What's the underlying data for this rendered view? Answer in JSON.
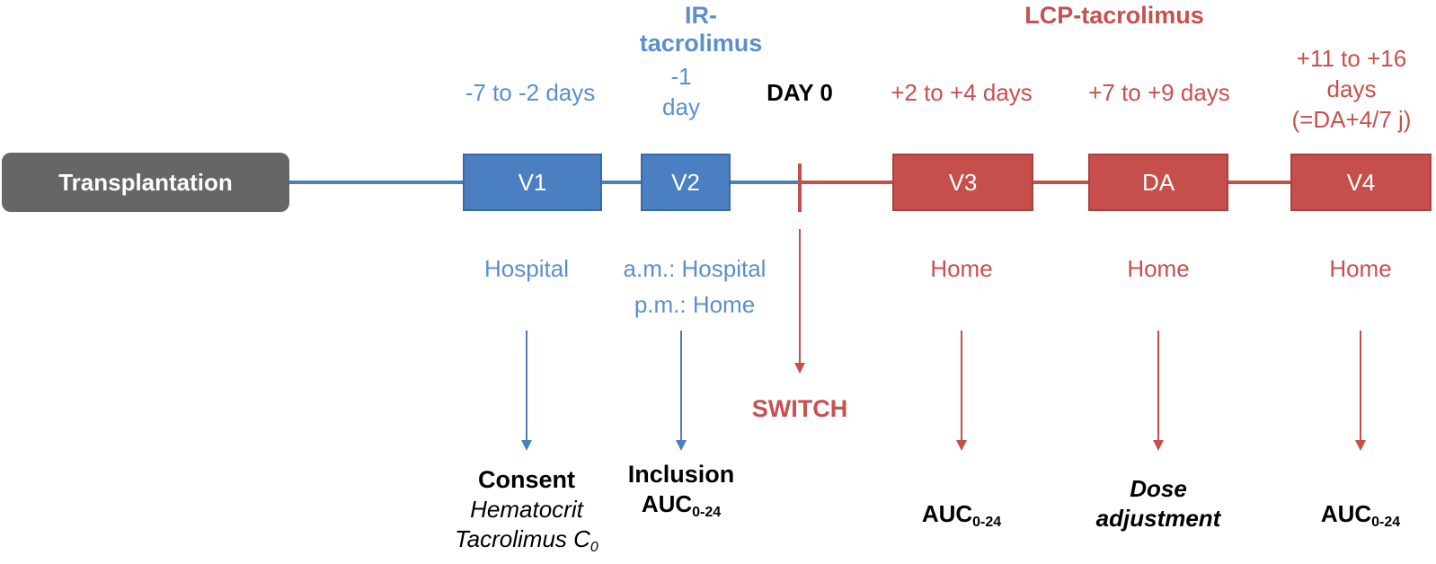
{
  "phases": {
    "ir": "IR-tacrolimus",
    "lcp": "LCP-tacrolimus"
  },
  "periods": {
    "v1": "-7 to -2 days",
    "v2_line1": "-1",
    "v2_line2": "day",
    "day0": "DAY 0",
    "v3": "+2 to +4 days",
    "da": "+7 to +9 days",
    "v4_line1": "+11 to +16",
    "v4_line2": "days",
    "v4_line3": "(=DA+4/7 j)"
  },
  "transplant_label": "Transplantation",
  "boxes": {
    "v1": "V1",
    "v2": "V2",
    "v3": "V3",
    "da": "DA",
    "v4": "V4"
  },
  "locations": {
    "v1": "Hospital",
    "v2_line1": "a.m.: Hospital",
    "v2_line2": "p.m.: Home",
    "v3": "Home",
    "da": "Home",
    "v4": "Home"
  },
  "switch_label": "SWITCH",
  "outcomes": {
    "v1_title": "Consent",
    "v1_line2": "Hematocrit",
    "v1_line3": "Tacrolimus C",
    "v1_line3_sub": "0",
    "v2_title": "Inclusion",
    "auc": "AUC",
    "auc_sub": "0-24",
    "da_line1": "Dose",
    "da_line2": "adjustment"
  },
  "colors": {
    "blue": "#4a7fc1",
    "red": "#c64f4c",
    "gray": "#666666"
  }
}
